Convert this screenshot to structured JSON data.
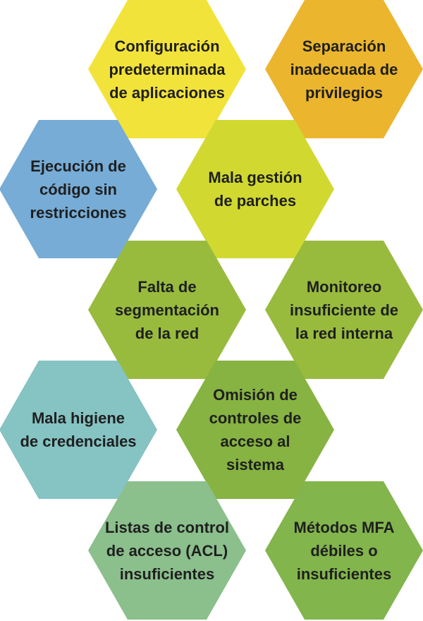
{
  "cells": [
    {
      "id": "config",
      "label": "Configuración\npredeterminada\nde aplicaciones",
      "color": "#f2e33b"
    },
    {
      "id": "privileges",
      "label": "Separación\ninadecuada de\nprivilegios",
      "color": "#ebb52e"
    },
    {
      "id": "code-exec",
      "label": "Ejecución de\ncódigo sin\nrestricciones",
      "color": "#76acd6"
    },
    {
      "id": "patches",
      "label": "Mala gestión\nde parches",
      "color": "#d1d931"
    },
    {
      "id": "segmentation",
      "label": "Falta de\nsegmentación\nde la red",
      "color": "#98bb3e"
    },
    {
      "id": "monitoring",
      "label": "Monitoreo\ninsuficiente de\nla red interna",
      "color": "#98bb3e"
    },
    {
      "id": "credentials",
      "label": "Mala higiene\nde credenciales",
      "color": "#86c3c3"
    },
    {
      "id": "access-controls",
      "label": "Omisión de\ncontroles de\nacceso al\nsistema",
      "color": "#86b341"
    },
    {
      "id": "acl",
      "label": "Listas de control\nde acceso (ACL)\ninsuficientes",
      "color": "#8bbf8c"
    },
    {
      "id": "mfa",
      "label": "Métodos MFA\ndébiles o\ninsuficientes",
      "color": "#82b54c"
    }
  ]
}
